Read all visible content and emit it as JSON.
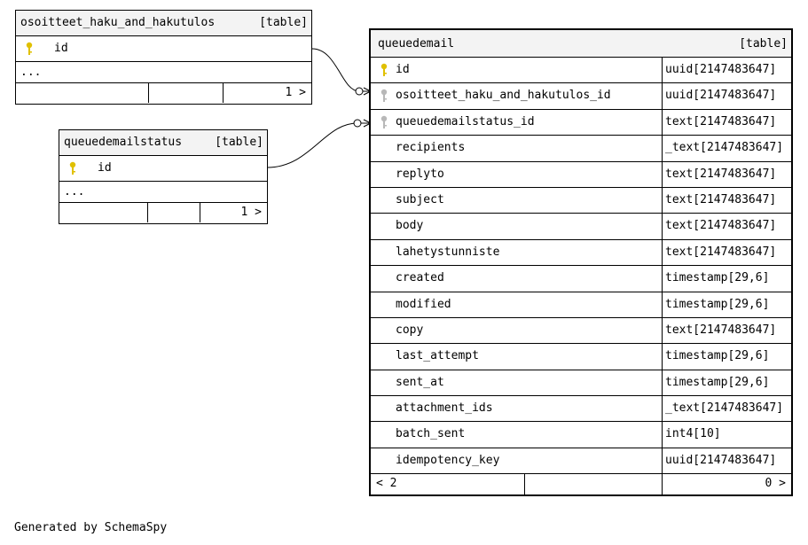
{
  "tables": {
    "haku": {
      "name": "osoitteet_haku_and_hakutulos",
      "kind": "[table]",
      "columns": [
        {
          "name": "id"
        }
      ],
      "ellipsis": "...",
      "footer": {
        "left": "",
        "right": "1 >"
      }
    },
    "status": {
      "name": "queuedemailstatus",
      "kind": "[table]",
      "columns": [
        {
          "name": "id"
        }
      ],
      "ellipsis": "...",
      "footer": {
        "left": "",
        "right": "1 >"
      }
    },
    "queuedemail": {
      "name": "queuedemail",
      "kind": "[table]",
      "columns": [
        {
          "name": "id",
          "type": "uuid[2147483647]",
          "key": "primary"
        },
        {
          "name": "osoitteet_haku_and_hakutulos_id",
          "type": "uuid[2147483647]",
          "key": "foreign"
        },
        {
          "name": "queuedemailstatus_id",
          "type": "text[2147483647]",
          "key": "foreign"
        },
        {
          "name": "recipients",
          "type": "_text[2147483647]",
          "key": ""
        },
        {
          "name": "replyto",
          "type": "text[2147483647]",
          "key": ""
        },
        {
          "name": "subject",
          "type": "text[2147483647]",
          "key": ""
        },
        {
          "name": "body",
          "type": "text[2147483647]",
          "key": ""
        },
        {
          "name": "lahetystunniste",
          "type": "text[2147483647]",
          "key": ""
        },
        {
          "name": "created",
          "type": "timestamp[29,6]",
          "key": ""
        },
        {
          "name": "modified",
          "type": "timestamp[29,6]",
          "key": ""
        },
        {
          "name": "copy",
          "type": "text[2147483647]",
          "key": ""
        },
        {
          "name": "last_attempt",
          "type": "timestamp[29,6]",
          "key": ""
        },
        {
          "name": "sent_at",
          "type": "timestamp[29,6]",
          "key": ""
        },
        {
          "name": "attachment_ids",
          "type": "_text[2147483647]",
          "key": ""
        },
        {
          "name": "batch_sent",
          "type": "int4[10]",
          "key": ""
        },
        {
          "name": "idempotency_key",
          "type": "uuid[2147483647]",
          "key": ""
        }
      ],
      "footer": {
        "left": "< 2",
        "right": "0 >"
      }
    }
  },
  "colors": {
    "primary_key": "#e0c000",
    "foreign_key": "#b8b8b8",
    "header_bg": "#f3f3f3"
  },
  "generated_by": "Generated by SchemaSpy"
}
